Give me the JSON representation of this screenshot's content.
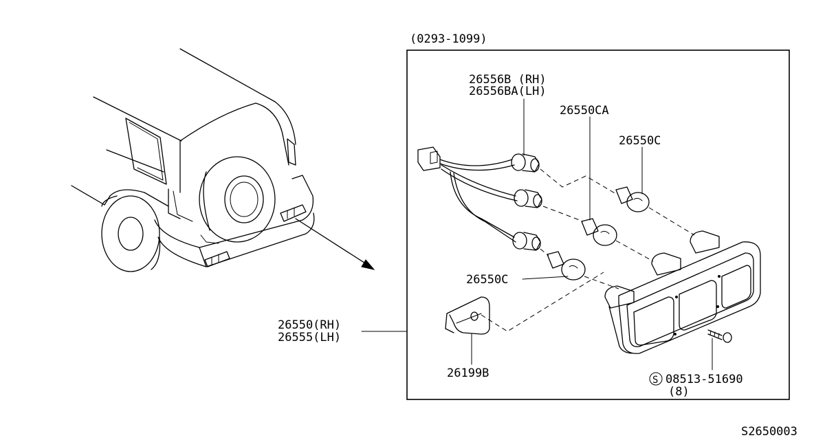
{
  "header": {
    "date_range": "(0293-1099)"
  },
  "callouts": {
    "socket_rh": "26556B (RH)",
    "socket_lh": "26556BA(LH)",
    "bulb_ca": "26550CA",
    "bulb_c_top": "26550C",
    "bulb_c_bottom": "26550C",
    "assembly_rh": "26550(RH)",
    "assembly_lh": "26555(LH)",
    "bracket": "26199B",
    "screw_symbol": "S",
    "screw_part": "08513-51690",
    "screw_qty": "(8)"
  },
  "footer": {
    "figure_code": "S2650003"
  }
}
